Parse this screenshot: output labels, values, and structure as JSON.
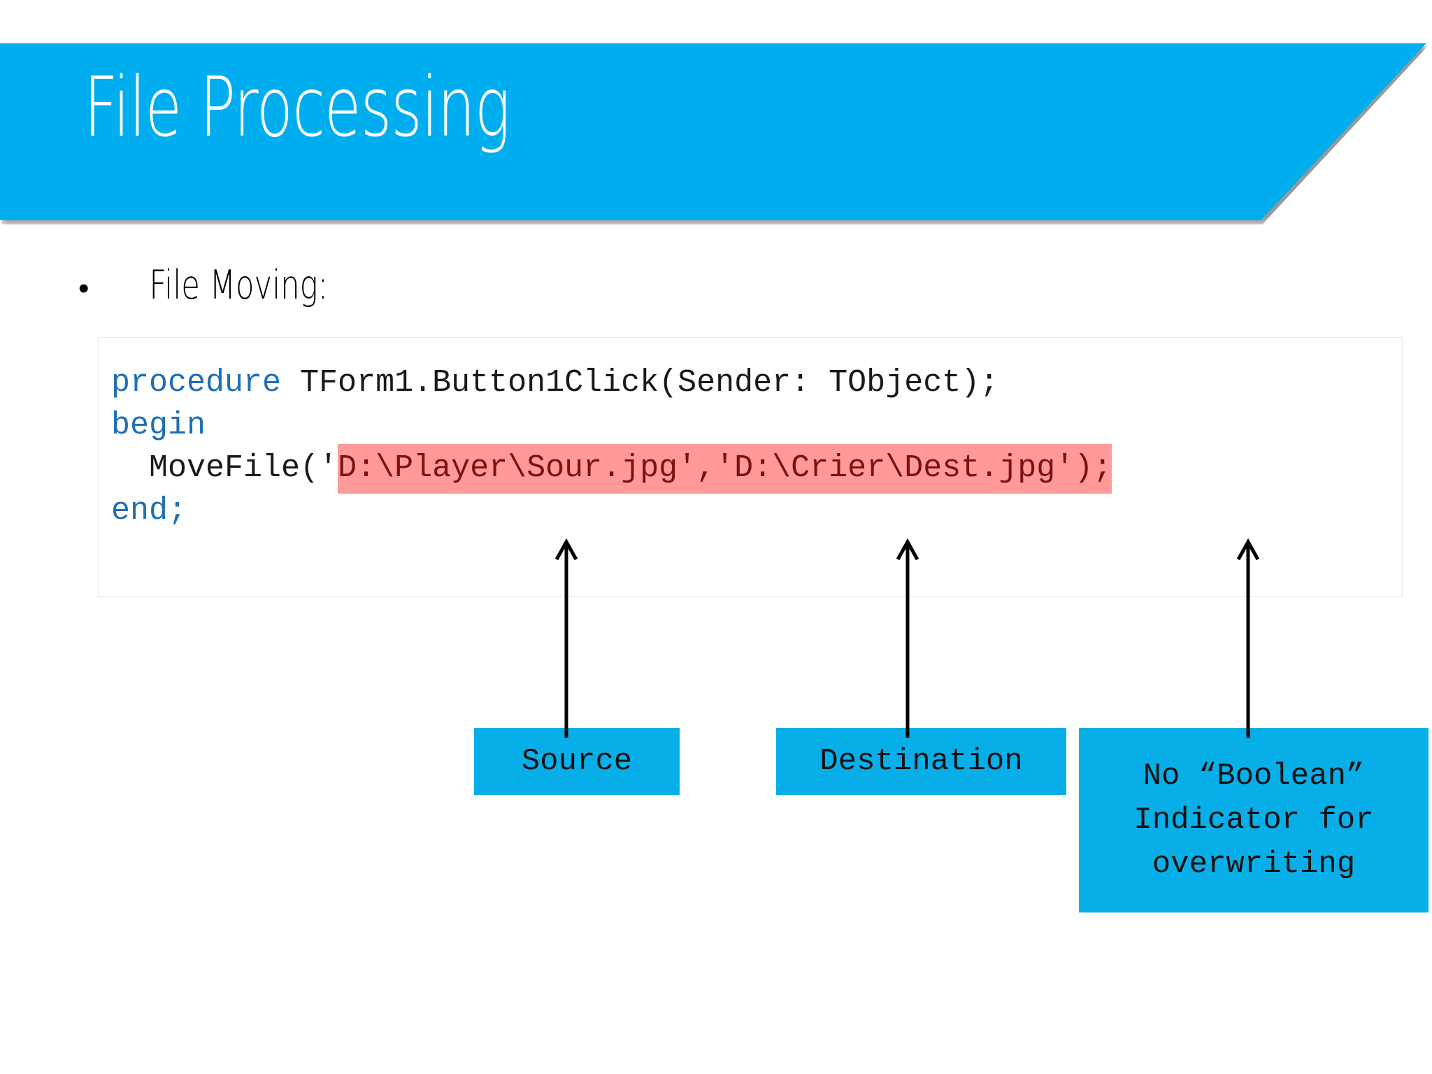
{
  "slide": {
    "title": "File Processing",
    "bullet_marker": "•",
    "bullet_label": "File Moving:"
  },
  "code": {
    "line1_keyword": "procedure",
    "line1_rest": " TForm1.Button1Click(Sender: TObject);",
    "line2_keyword": "begin",
    "line3_prefix": "  MoveFile('",
    "line3_hl1": "D:\\Player\\Sour.jpg',",
    "line3_hl2": "'D:\\Crier\\Dest.jpg')",
    "line3_hl3": ";",
    "line4_keyword": "end;",
    "keyword_color": "#1f6fb5",
    "highlight_color": "#FF9A99",
    "highlight_text_color": "#7d1010"
  },
  "callouts": {
    "source": "Source",
    "destination": "Destination",
    "boolean_line1": "No “Boolean”",
    "boolean_line2": "Indicator for",
    "boolean_line3": "overwriting",
    "box_color": "#07AEE8"
  },
  "theme": {
    "banner_color": "#00AEEF",
    "title_text_color": "#FFFFFF",
    "background": "#FFFFFF",
    "code_border": "#E6E6EA",
    "arrow_color": "#000000"
  }
}
